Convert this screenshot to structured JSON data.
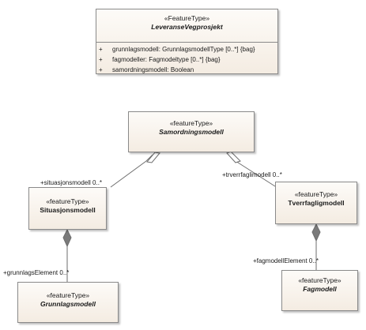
{
  "classes": {
    "leveranse": {
      "stereotype": "«FeatureType»",
      "name": "LeveranseVegprosjekt",
      "attributes": [
        {
          "vis": "+",
          "text": "grunnlagsmodell: GrunnlagsmodellType [0..*] {bag}"
        },
        {
          "vis": "+",
          "text": "fagmodeller: Fagmodeltype [0..*] {bag}"
        },
        {
          "vis": "+",
          "text": "samordningsmodell: Boolean"
        }
      ]
    },
    "samordning": {
      "stereotype": "«featureType»",
      "name": "Samordningsmodell"
    },
    "situasjon": {
      "stereotype": "«featureType»",
      "name": "Situasjonsmodell"
    },
    "tverrfaglig": {
      "stereotype": "«featureType»",
      "name": "Tverrfagligmodell"
    },
    "grunnlag": {
      "stereotype": "«featureType»",
      "name": "Grunnlagsmodell"
    },
    "fag": {
      "stereotype": "«featureType»",
      "name": "Fagmodell"
    }
  },
  "roles": {
    "situasjonsmodell": "+situasjonsmodell  0..*",
    "trverrfagli": "+trverrfaglimodell  0..*",
    "grunnlagsElement": "+grunnlagsElement  0..*",
    "fagmodellElement": "+fagmodellElement  0..*"
  },
  "colors": {
    "box_border": "#8a8a8a",
    "box_fill_top": "#fdfbf8",
    "box_fill_bottom": "#f4ece2",
    "connector": "#6e6e6e",
    "diamond": "#7a7a7a"
  }
}
